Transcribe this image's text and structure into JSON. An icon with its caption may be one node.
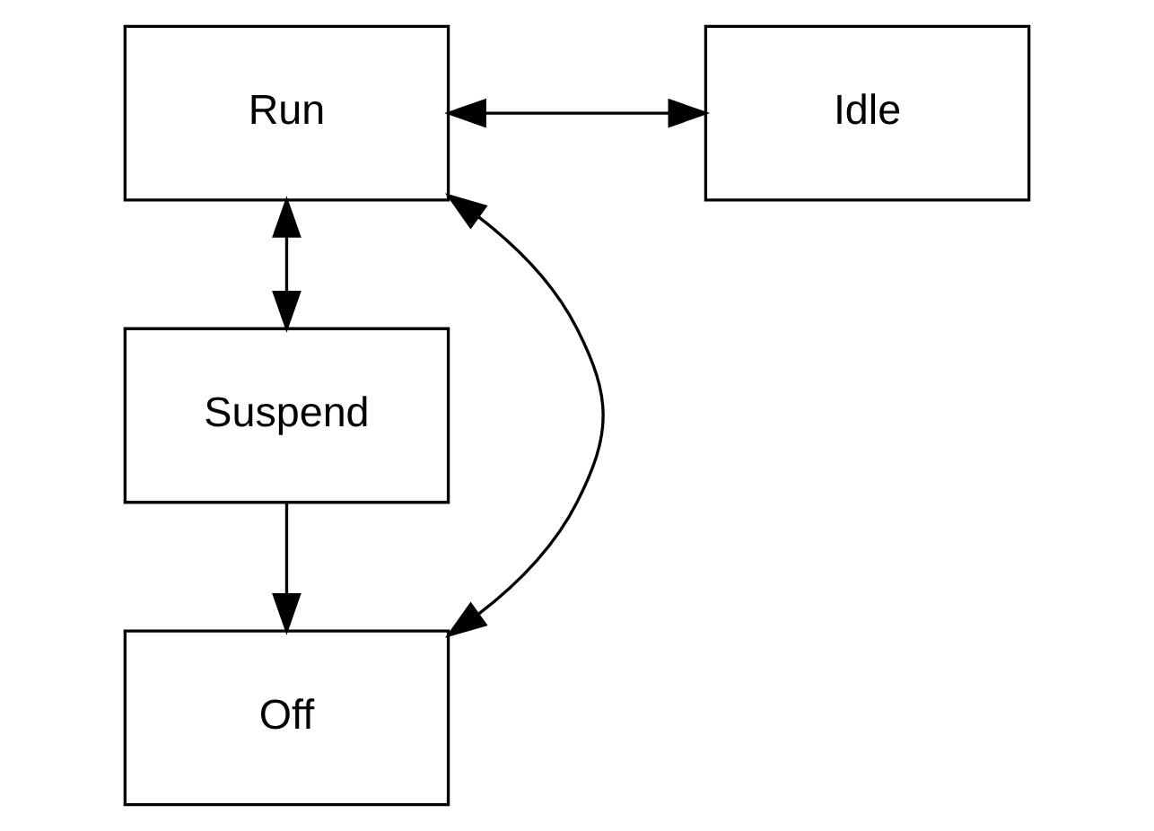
{
  "diagram": {
    "nodes": [
      {
        "text": [
          "Run"
        ]
      },
      {
        "text": [
          "Idle"
        ]
      },
      {
        "text": [
          "Suspend"
        ]
      },
      {
        "text": [
          "Off"
        ]
      }
    ],
    "edges": [
      {
        "from": 0,
        "to": 1,
        "arrow": "both"
      },
      {
        "from": 0,
        "to": 2,
        "arrow": "both"
      },
      {
        "from": 2,
        "to": 3,
        "arrow": "to"
      },
      {
        "from": 0,
        "to": 3,
        "arrow": "both"
      }
    ]
  }
}
